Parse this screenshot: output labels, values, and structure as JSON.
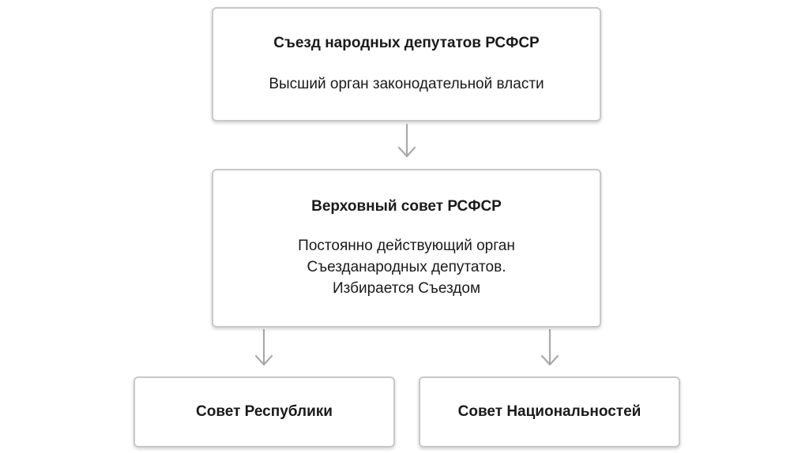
{
  "diagram": {
    "nodes": {
      "congress": {
        "title": "Съезд народных депутатов РСФСР",
        "description": "Высший орган законодательной власти"
      },
      "supreme_council": {
        "title": "Верховный совет РСФСР",
        "description_lines": [
          "Постоянно действующий орган",
          "Съезданародных депутатов.",
          "Избирается Съездом"
        ]
      },
      "council_republic": {
        "title": "Совет Республики"
      },
      "council_nationalities": {
        "title": "Совет Национальностей"
      }
    },
    "edges": [
      {
        "from": "congress",
        "to": "supreme_council"
      },
      {
        "from": "supreme_council",
        "to": "council_republic"
      },
      {
        "from": "supreme_council",
        "to": "council_nationalities"
      }
    ]
  }
}
